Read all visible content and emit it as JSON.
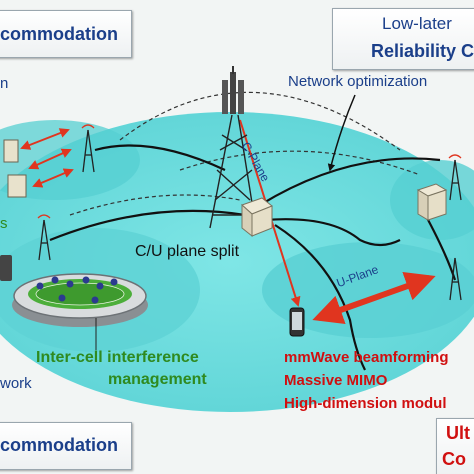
{
  "boxes": {
    "top_left": "commodation",
    "top_right_line1": "Low-later",
    "top_right_line2": "Reliability C",
    "bottom_left": "commodation",
    "bottom_right_line1": "Ult",
    "bottom_right_line2": "Co"
  },
  "labels": {
    "network_optimization": "Network optimization",
    "c_plane": "C-Plane",
    "u_plane": "U-Plane",
    "cu_split": "C/U plane split",
    "inter_cell_line1": "Inter-cell interference",
    "inter_cell_line2": "management",
    "mmwave": "mmWave beamforming",
    "massive_mimo": "Massive MIMO",
    "high_dim": "High-dimension modul",
    "left_n": "n",
    "left_s": "s",
    "left_work": "work"
  },
  "colors": {
    "blue_text": "#1b3f8a",
    "green_text": "#2f8a1f",
    "red_text": "#d01010",
    "cell_fill": "#74e0e0",
    "link_red": "#e0351f"
  }
}
